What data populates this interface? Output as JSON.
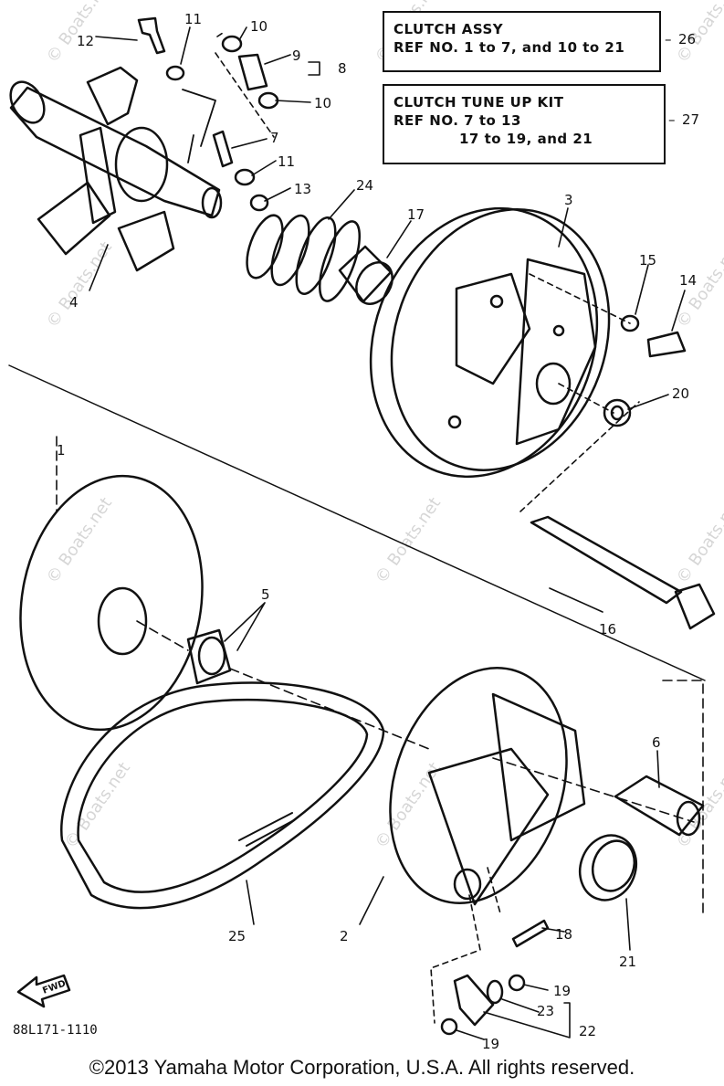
{
  "boxes": {
    "clutch_assy": {
      "title": "CLUTCH ASSY",
      "ref": "REF NO. 1 to 7, and 10 to 21",
      "callout": "26"
    },
    "tune_up_kit": {
      "title": "CLUTCH TUNE UP KIT",
      "ref_line1": "REF NO. 7 to 13",
      "ref_line2": "17 to 19, and 21",
      "callout": "27"
    }
  },
  "callouts": [
    "1",
    "2",
    "3",
    "4",
    "5",
    "6",
    "7",
    "8",
    "9",
    "10",
    "10",
    "11",
    "11",
    "12",
    "13",
    "14",
    "15",
    "16",
    "17",
    "18",
    "19",
    "19",
    "20",
    "21",
    "22",
    "23",
    "24",
    "25"
  ],
  "fwd_label": "FWD",
  "part_code": "88L171-1110",
  "watermark": "© Boats.net",
  "copyright": "©2013 Yamaha Motor Corporation, U.S.A. All rights reserved."
}
